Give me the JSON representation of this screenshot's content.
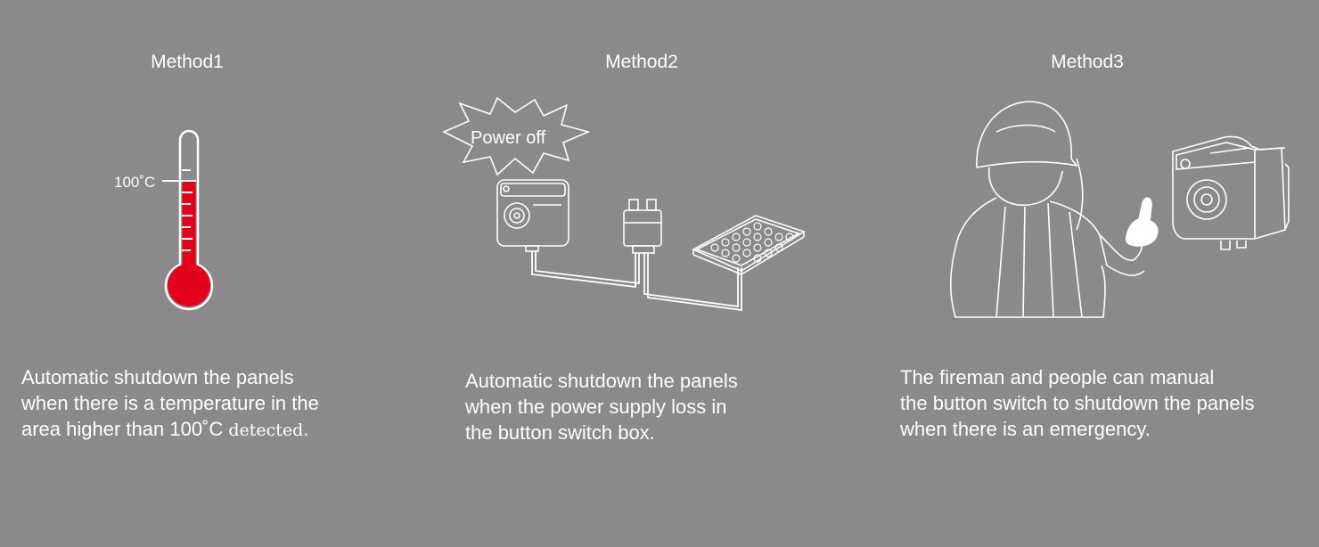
{
  "methods": [
    {
      "title": "Method1",
      "thermometer_label": "100˚C",
      "fill_level_percent": 75,
      "description_lines": [
        "Automatic shutdown the panels",
        "when there is a temperature in the",
        "area higher than 100˚C "
      ],
      "description_tail": "detected",
      "description_end": "."
    },
    {
      "title": "Method2",
      "burst_label": "Power off",
      "description_lines": [
        "Automatic shutdown the panels",
        "when the power supply loss in",
        "the button switch box."
      ]
    },
    {
      "title": "Method3",
      "description_lines": [
        "The fireman and people can manual",
        "the button switch to shutdown the panels",
        "when there is an emergency."
      ]
    }
  ],
  "colors": {
    "background": "#8a8a8a",
    "line": "#ffffff",
    "mercury": "#e3001b"
  }
}
